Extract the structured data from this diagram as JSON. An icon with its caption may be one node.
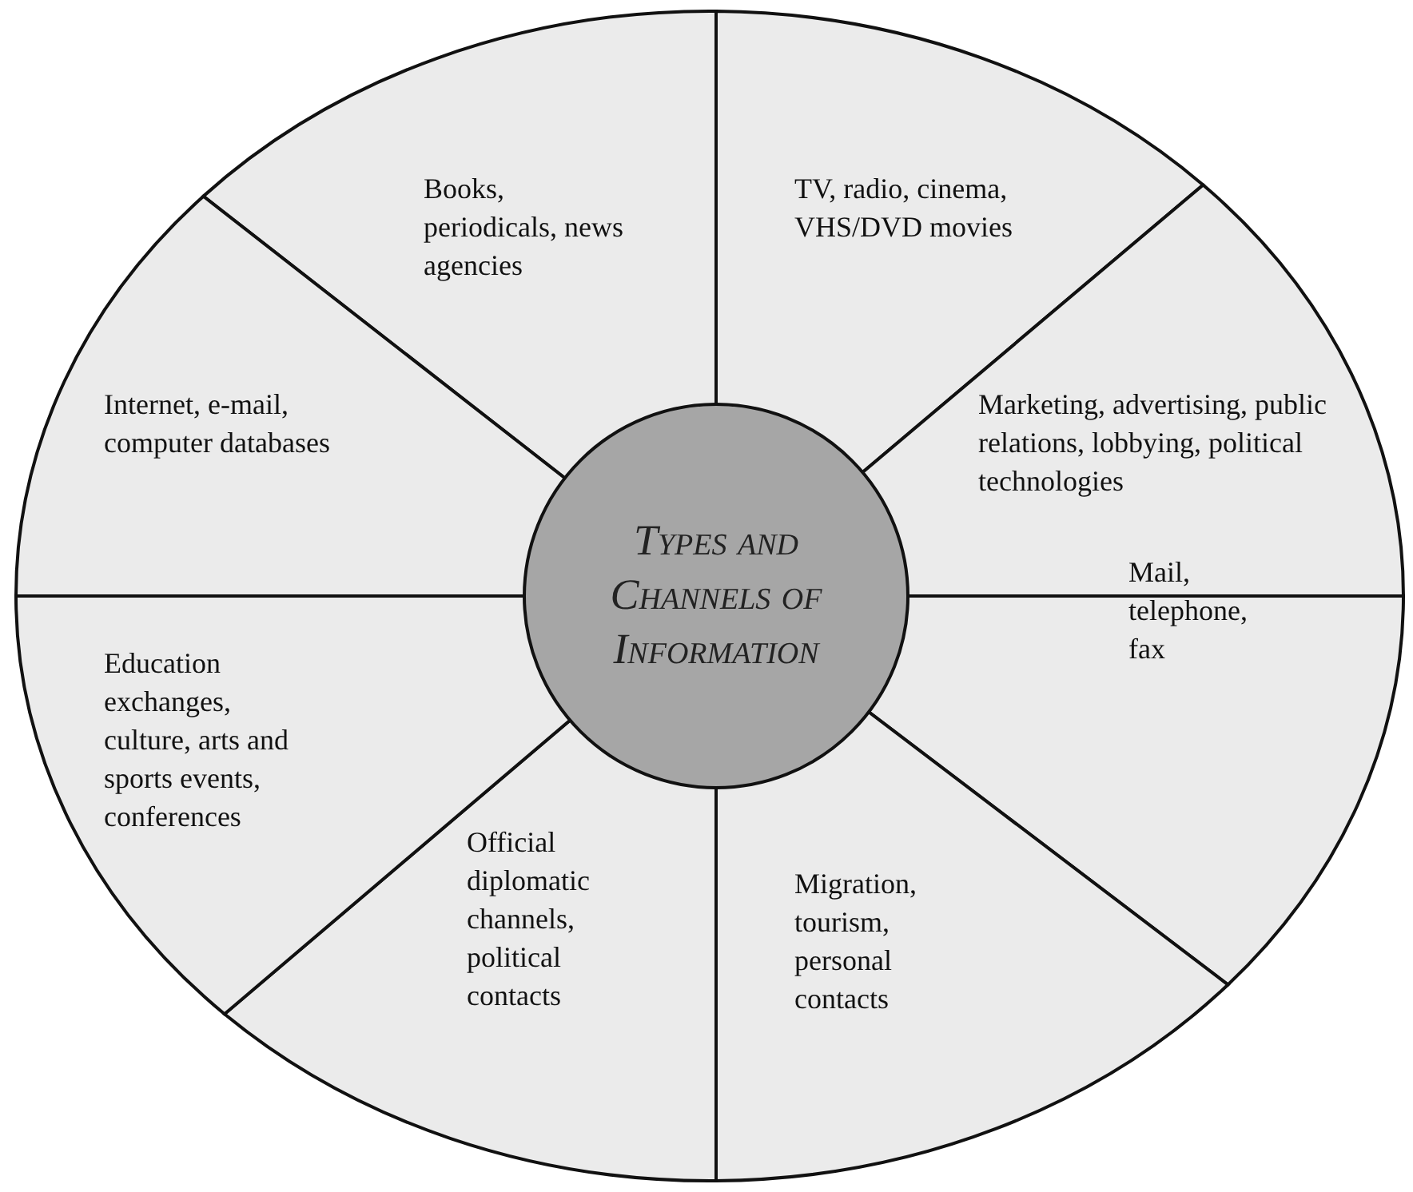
{
  "diagram": {
    "nodes": [
      {
        "text": [
          "Types and Channels of Information"
        ]
      },
      {
        "text": [
          "Books, periodicals, news agencies"
        ]
      },
      {
        "text": [
          "TV, radio, cinema, VHS/DVD movies"
        ]
      },
      {
        "text": [
          "Marketing, advertising, public relations, lobbying, political technologies"
        ]
      },
      {
        "text": [
          "Mail, telephone, fax"
        ]
      },
      {
        "text": [
          "Migration, tourism, personal contacts"
        ]
      },
      {
        "text": [
          "Official diplomatic channels, political contacts"
        ]
      },
      {
        "text": [
          "Education exchanges, culture, arts and sports events, conferences"
        ]
      },
      {
        "text": [
          "Internet, e-mail, computer databases"
        ]
      }
    ]
  }
}
